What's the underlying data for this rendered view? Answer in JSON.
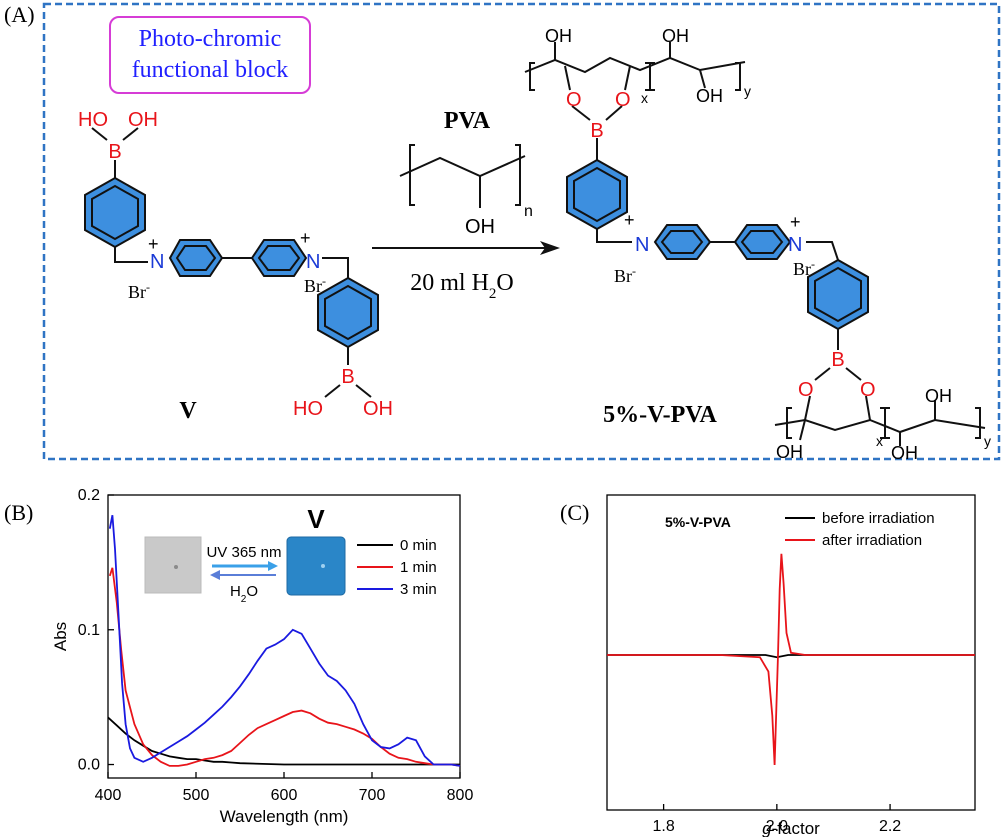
{
  "panel_a": {
    "label": "(A)",
    "callout": [
      "Photo-chromic",
      "functional block"
    ],
    "reagent": "PVA",
    "pva_oh": "OH",
    "pva_n": "n",
    "condition_prefix": "20 ml  H",
    "condition_sub": "2",
    "condition_suffix": "O",
    "reactant_label": "V",
    "product_label": "5%-V-PVA",
    "atoms": {
      "boron": "B",
      "hydroxyl_left": "HO",
      "hydroxyl_right": "OH",
      "oxygen": "O",
      "nitrogen": "N",
      "plus": "+",
      "bromide": "Br",
      "minus": "-",
      "sub_x": "x",
      "sub_y": "y"
    },
    "colors": {
      "frame": "#2f74c4",
      "callout_border": "#d63cd6",
      "callout_text": "#2020ff",
      "ring_fill": "#3d8fdf",
      "heteroatom": "#e8141a",
      "nitrogen": "#1a3ad6"
    }
  },
  "panel_b": {
    "label": "(B)",
    "inset_title": "V",
    "inset_uv": "UV 365 nm",
    "inset_h2o_prefix": "H",
    "inset_h2o_sub": "2",
    "inset_h2o_suffix": "O"
  },
  "panel_c": {
    "label": "(C)",
    "title": "5%-V-PVA"
  },
  "chart_data": [
    {
      "type": "line",
      "xlabel": "Wavelength (nm)",
      "ylabel": "Abs",
      "xlim": [
        400,
        800
      ],
      "ylim": [
        -0.01,
        0.2
      ],
      "xticks": [
        400,
        500,
        600,
        700,
        800
      ],
      "yticks": [
        0.0,
        0.1,
        0.2
      ],
      "xtick_labels": [
        "400",
        "500",
        "600",
        "700",
        "800"
      ],
      "ytick_labels": [
        "0.0",
        "0.1",
        "0.2"
      ],
      "legend_position": "top-right",
      "grid": false,
      "series": [
        {
          "name": "0 min",
          "color": "#000000",
          "x": [
            400,
            410,
            420,
            430,
            440,
            450,
            460,
            470,
            480,
            490,
            500,
            510,
            520,
            530,
            540,
            550,
            600,
            650,
            700,
            750,
            800
          ],
          "y": [
            0.035,
            0.029,
            0.023,
            0.018,
            0.014,
            0.01,
            0.008,
            0.006,
            0.005,
            0.004,
            0.004,
            0.003,
            0.002,
            0.002,
            0.0015,
            0.001,
            0.0,
            0.0,
            0.0,
            0.0,
            0.0
          ]
        },
        {
          "name": "1 min",
          "color": "#e8141a",
          "x": [
            402,
            405,
            410,
            415,
            420,
            430,
            440,
            450,
            460,
            470,
            480,
            490,
            500,
            510,
            520,
            530,
            540,
            550,
            560,
            570,
            580,
            590,
            600,
            610,
            620,
            630,
            640,
            650,
            660,
            670,
            680,
            690,
            700,
            710,
            720,
            730,
            740,
            750,
            760,
            770,
            780,
            790,
            800
          ],
          "y": [
            0.14,
            0.146,
            0.12,
            0.085,
            0.055,
            0.03,
            0.015,
            0.007,
            0.002,
            -0.001,
            -0.001,
            0.0,
            0.002,
            0.004,
            0.005,
            0.007,
            0.01,
            0.016,
            0.022,
            0.027,
            0.03,
            0.033,
            0.036,
            0.039,
            0.04,
            0.038,
            0.034,
            0.031,
            0.03,
            0.028,
            0.026,
            0.023,
            0.019,
            0.013,
            0.008,
            0.005,
            0.004,
            0.002,
            0.001,
            0.0,
            0.0,
            0.0,
            -0.001
          ]
        },
        {
          "name": "3 min",
          "color": "#1a1ae0",
          "x": [
            402,
            405,
            408,
            412,
            416,
            420,
            425,
            430,
            440,
            450,
            460,
            470,
            480,
            490,
            500,
            510,
            520,
            530,
            540,
            550,
            560,
            570,
            580,
            590,
            600,
            610,
            620,
            630,
            640,
            650,
            660,
            670,
            680,
            690,
            700,
            710,
            720,
            730,
            740,
            750,
            760,
            770,
            780,
            790,
            800
          ],
          "y": [
            0.175,
            0.185,
            0.16,
            0.11,
            0.06,
            0.03,
            0.012,
            0.005,
            0.002,
            0.005,
            0.009,
            0.013,
            0.017,
            0.021,
            0.026,
            0.031,
            0.037,
            0.043,
            0.05,
            0.058,
            0.067,
            0.077,
            0.086,
            0.089,
            0.093,
            0.1,
            0.097,
            0.086,
            0.075,
            0.066,
            0.062,
            0.055,
            0.045,
            0.03,
            0.018,
            0.013,
            0.012,
            0.015,
            0.02,
            0.018,
            0.006,
            0.0,
            0.0,
            0.0,
            -0.001
          ]
        }
      ]
    },
    {
      "type": "line",
      "xlabel": "g-factor",
      "xlabel_italic": "g",
      "xlabel_rest": "-factor",
      "xlim": [
        1.7,
        2.35
      ],
      "xticks": [
        1.8,
        2.0,
        2.2
      ],
      "xtick_labels": [
        "1.8",
        "2.0",
        "2.2"
      ],
      "legend_position": "top-right",
      "grid": false,
      "series": [
        {
          "name": "before irradiation",
          "color": "#000000",
          "x": [
            1.7,
            1.8,
            1.9,
            1.98,
            2.0,
            2.02,
            2.1,
            2.2,
            2.35
          ],
          "y": [
            0.0,
            0.0,
            0.0,
            0.0,
            -0.02,
            0.0,
            0.0,
            0.0,
            0.0
          ]
        },
        {
          "name": "after irradiation",
          "color": "#e8141a",
          "x": [
            1.7,
            1.9,
            1.97,
            1.985,
            1.992,
            1.996,
            1.999,
            2.002,
            2.005,
            2.008,
            2.012,
            2.017,
            2.025,
            2.05,
            2.2,
            2.35
          ],
          "y": [
            0.0,
            0.0,
            -0.02,
            -0.15,
            -0.55,
            -1.0,
            -0.5,
            0.0,
            0.6,
            0.92,
            0.65,
            0.2,
            0.02,
            0.0,
            0.0,
            0.0
          ]
        }
      ]
    }
  ]
}
